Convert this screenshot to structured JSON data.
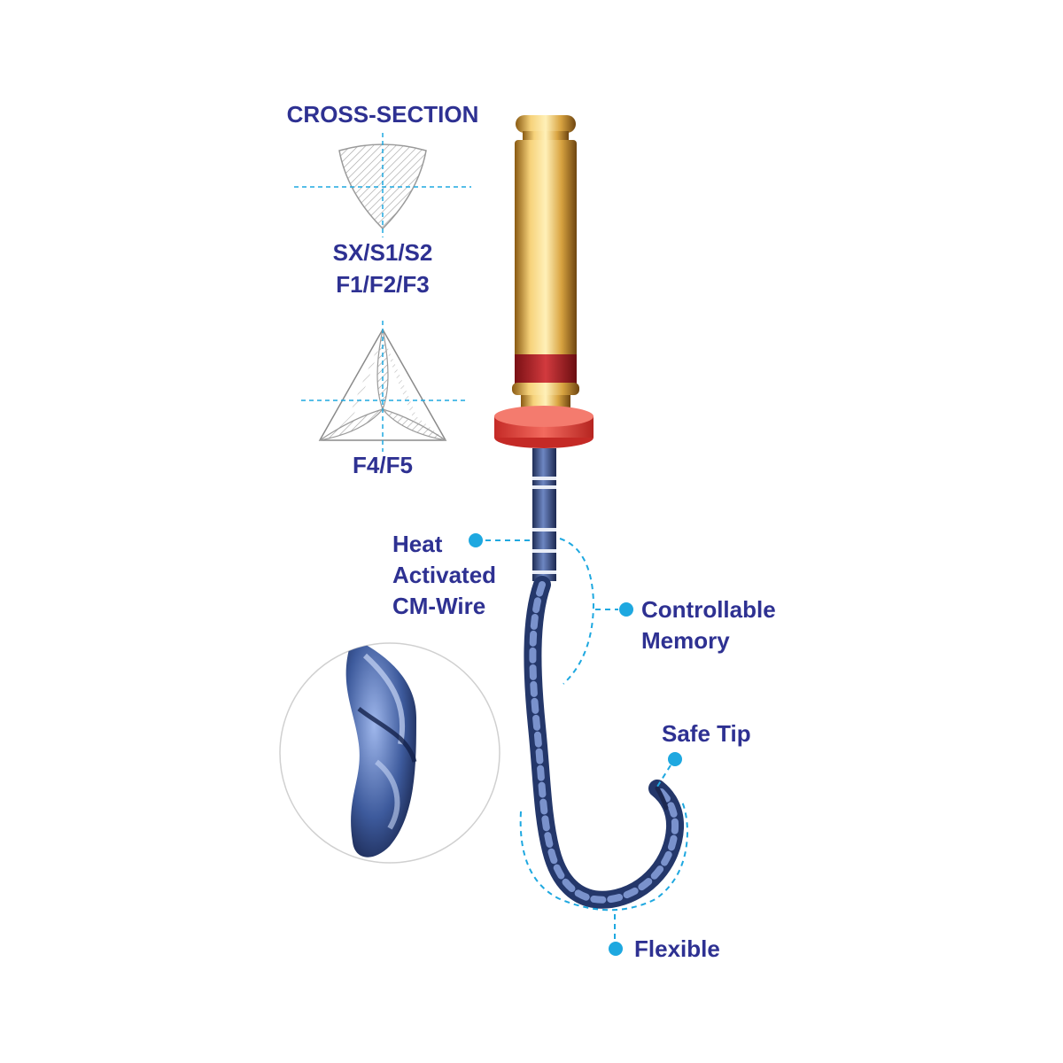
{
  "cross_section": {
    "title": "CROSS-SECTION",
    "group_a_line1": "SX/S1/S2",
    "group_a_line2": "F1/F2/F3",
    "group_b": "F4/F5"
  },
  "callouts": {
    "heat": [
      "Heat",
      "Activated",
      "CM-Wire"
    ],
    "memory": [
      "Controllable",
      "Memory"
    ],
    "safe_tip": "Safe Tip",
    "flexible": "Flexible"
  },
  "colors": {
    "label_text": "#2e3192",
    "accent_dot": "#1ea8e0",
    "handle_gold": "#d9a441",
    "band_red": "#b8262b",
    "stopper": "#e8413c",
    "file_blue": "#3c4f86"
  }
}
